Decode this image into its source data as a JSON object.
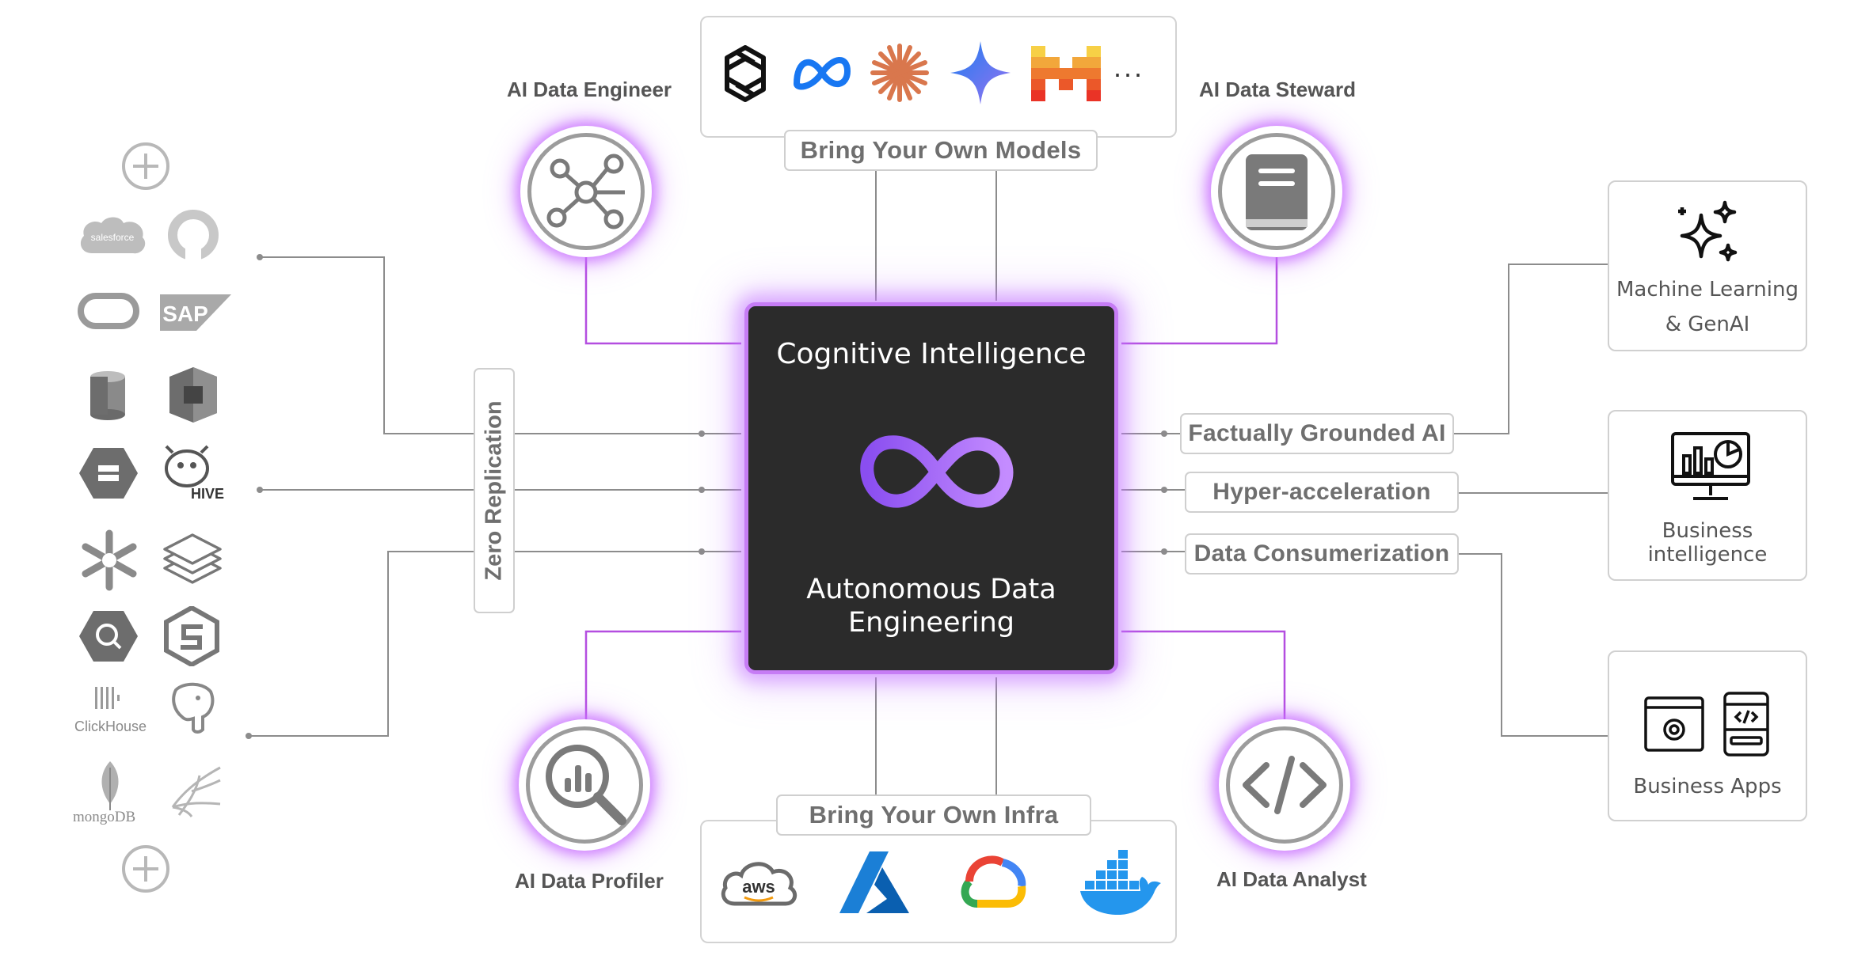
{
  "top_models": {
    "label": "Bring Your Own Models",
    "icons": [
      "openai-icon",
      "meta-icon",
      "claude-icon",
      "gemini-icon",
      "mistral-icon"
    ],
    "more": "..."
  },
  "bottom_infra": {
    "label": "Bring Your Own Infra",
    "icons": [
      "aws-icon",
      "azure-icon",
      "google-cloud-icon",
      "docker-icon"
    ],
    "aws_text": "aws"
  },
  "core": {
    "title": "Cognitive Intelligence",
    "subtitle_line1": "Autonomous Data",
    "subtitle_line2": "Engineering",
    "accent_color": "#a65cf2",
    "glow_color": "#c67cf5"
  },
  "agents": {
    "engineer": "AI Data Engineer",
    "steward": "AI Data Steward",
    "profiler": "AI Data Profiler",
    "analyst": "AI Data Analyst"
  },
  "capabilities": {
    "grounded": "Factually Grounded AI",
    "acceleration": "Hyper-acceleration",
    "consumerization": "Data Consumerization"
  },
  "outputs": {
    "ml_line1": "Machine Learning",
    "ml_line2": "& GenAI",
    "bi_line1": "Business",
    "bi_line2": "intelligence",
    "apps": "Business Apps"
  },
  "sources": {
    "replication_label": "Zero Replication",
    "salesforce": "salesforce",
    "sap": "SAP",
    "hive": "HIVE",
    "clickhouse": "ClickHouse",
    "mongodb": "mongoDB"
  },
  "colors": {
    "purple_line": "#b44ee0",
    "gray_line": "#8c8c8c",
    "icon_gray": "#7a7a7a"
  }
}
